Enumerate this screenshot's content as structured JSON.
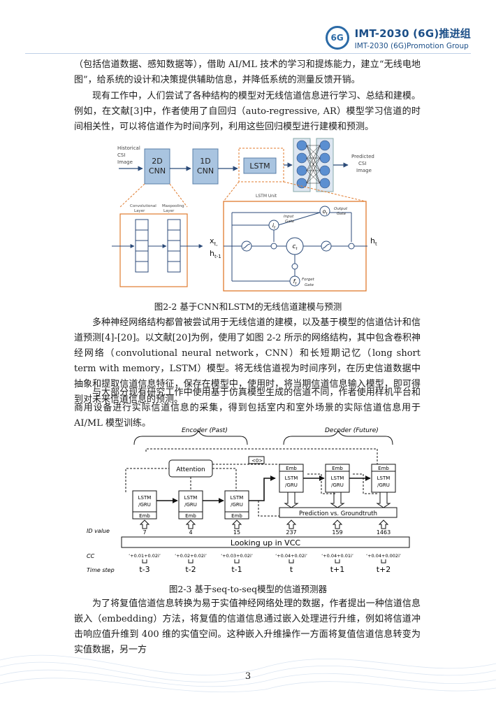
{
  "header": {
    "logo_text": "6G",
    "title": "IMT-2030 (6G)推进组",
    "subtitle": "IMT-2030 (6G)Promotion Group"
  },
  "paragraphs": {
    "p1": "（包括信道数据、感知数据等），借助 AI/ML 技术的学习和提炼能力，建立“无线电地图”，给系统的设计和决策提供辅助信息，并降低系统的测量反馈开销。",
    "p2": "现有工作中，人们尝试了各种结构的模型对无线信道信息进行学习、总结和建模。例如，在文献[3]中，作者使用了自回归（auto-regressive, AR）模型学习信道的时间相关性，可以将信道作为时间序列，利用这些回归模型进行建模和预测。",
    "p3": "多种神经网络结构都曾被尝试用于无线信道的建模，以及基于模型的信道估计和信道预测[4]-[20]。以文献[20]为例，使用了如图 2-2 所示的网络结构，其中包含卷积神经网络（convolutional neural network，CNN）和长短期记忆（long short term with memory，LSTM）模型。将无线信道视为时间序列，在历史信道数据中抽象和提取信道信息特征，保存在模型中，使用时，将当期信道信息输入模型，即可得到对未来信道信息的预测。",
    "p4": "与大部分现有研究工作中使用基于仿真模型生成的信道不同，作者使用样机平台和商用设备进行实际信道信息的采集，得到包括室内和室外场景的实际信道信息用于 AI/ML 模型训练。",
    "p5": "为了将复值信道信息转换为易于实值神经网络处理的数据，作者提出一种信道信息嵌入（embedding）方法，将复值的信道信息通过嵌入处理进行升维，例如将信道冲击响应值升维到 400 维的实值空间。这种嵌入升维操作一方面将复值信道信息转变为实值数据，另一方"
  },
  "figure1": {
    "caption": "图2-2   基于CNN和LSTM的无线信道建模与预测",
    "input_label": [
      "Historical",
      "CSI",
      "Image"
    ],
    "cnn2d": [
      "2D",
      "CNN"
    ],
    "cnn1d": [
      "1D",
      "CNN"
    ],
    "lstm": "LSTM",
    "output_label": [
      "Predicted",
      "CSI",
      "Image"
    ],
    "conv_layer": [
      "Convolutional",
      "Layer"
    ],
    "maxpool_layer": [
      "Maxpooling",
      "Layer"
    ],
    "lstm_unit": "LSTM Unit",
    "xt": "x",
    "xt_sub": "t,",
    "ht1": "h",
    "ht1_sub": "t-1",
    "ht": "h",
    "ht_sub": "t",
    "input_gate": [
      "Input",
      "Gate"
    ],
    "output_gate": [
      "Output",
      "Gate"
    ],
    "forget_gate": [
      "Forget",
      "Gate"
    ],
    "it": "i",
    "ot": "o",
    "ct": "c",
    "ft": "f",
    "gate_sub": "t"
  },
  "figure2": {
    "caption": "图2-3   基于seq-to-seq模型的信道预测器",
    "encoder": "Encoder (Past)",
    "decoder": "Decoder (Future)",
    "attention": "Attention",
    "start_token": "<0>",
    "emb": "Emb",
    "lstm_gru": [
      "LSTM",
      "/GRU"
    ],
    "prediction": "Prediction vs. Groundtruth",
    "id_label": "ID value",
    "cc_label": "CC",
    "time_label": "Time step",
    "vcc": "Looking up in VCC",
    "ids": [
      "7",
      "4",
      "15",
      "237",
      "159",
      "1463"
    ],
    "cc": [
      "‘+0.01+0.02i’",
      "‘+0.02+0.02i’",
      "‘+0.03+0.02i’",
      "‘+0.04+0.02i’",
      "‘+0.04+0.01i’",
      "‘+0.04+0.002i’"
    ],
    "steps": [
      "t-3",
      "t-2",
      "t-1",
      "t",
      "t+1",
      "t+2"
    ]
  },
  "page_number": "3",
  "colors": {
    "accent": "#1c4f88",
    "orange": "#e07b2e",
    "box_blue": "#a9c4e0",
    "node_blue": "#5b8fd1"
  }
}
